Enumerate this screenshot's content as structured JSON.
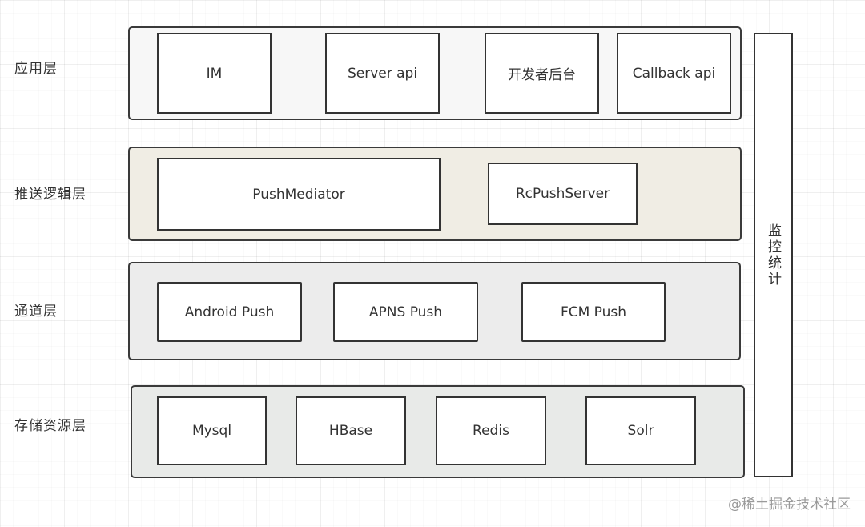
{
  "layers": [
    {
      "label": "应用层",
      "components": [
        "IM",
        "Server api",
        "开发者后台",
        "Callback api"
      ]
    },
    {
      "label": "推送逻辑层",
      "components": [
        "PushMediator",
        "RcPushServer"
      ]
    },
    {
      "label": "通道层",
      "components": [
        "Android Push",
        "APNS Push",
        "FCM Push"
      ]
    },
    {
      "label": "存储资源层",
      "components": [
        "Mysql",
        "HBase",
        "Redis",
        "Solr"
      ]
    }
  ],
  "monitor": {
    "label": "监控统计"
  },
  "watermark": "@稀土掘金技术社区",
  "colors": {
    "application_layer_bg": "#f7f7f7",
    "logic_layer_bg": "#f0ede4",
    "channel_layer_bg": "#ececec",
    "storage_layer_bg": "#e8eae8",
    "border": "#333333"
  }
}
